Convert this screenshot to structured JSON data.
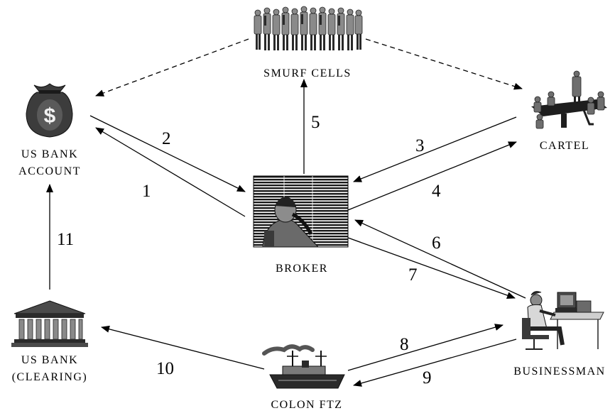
{
  "nodes": {
    "smurf_cells": {
      "label": "SMURF CELLS",
      "icon": "people-group-icon"
    },
    "us_bank_account": {
      "label_line1": "US BANK",
      "label_line2": "ACCOUNT",
      "icon": "money-bag-icon"
    },
    "cartel": {
      "label": "CARTEL",
      "icon": "meeting-table-icon"
    },
    "broker": {
      "label": "BROKER",
      "icon": "man-on-phone-icon"
    },
    "businessman": {
      "label": "BUSINESSMAN",
      "icon": "man-at-computer-icon"
    },
    "us_bank_clearing": {
      "label_line1": "US BANK",
      "label_line2": "(CLEARING)",
      "icon": "bank-building-icon"
    },
    "colon_ftz": {
      "label": "COLON FTZ",
      "icon": "cargo-ship-icon"
    }
  },
  "flows": {
    "f1": "1",
    "f2": "2",
    "f3": "3",
    "f4": "4",
    "f5": "5",
    "f6": "6",
    "f7": "7",
    "f8": "8",
    "f9": "9",
    "f10": "10",
    "f11": "11"
  }
}
